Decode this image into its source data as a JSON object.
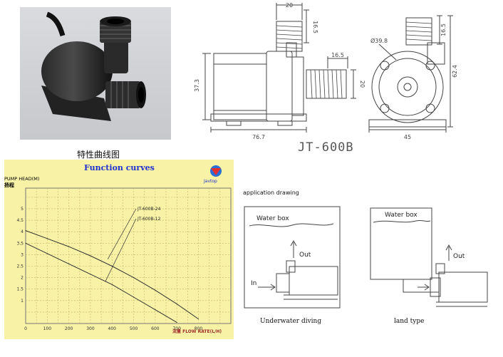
{
  "curves_title_cn": "特性曲线图",
  "model_label": "JT-600B",
  "dimensions": {
    "d20_top": "20",
    "d16_5_top": "16.5",
    "d37_3": "37.3",
    "d76_7": "76.7",
    "d16_5_side": "16.5",
    "d20_side": "20",
    "d39_8": "Ø39.8",
    "d62_4": "62.4",
    "d16_5_right": "16.5",
    "d45": "45"
  },
  "chart_panel": {
    "title": "Function curves",
    "y_title_en": "PUMP HEAD(M)",
    "y_title_cn": "扬程",
    "x_title": "流量 FLOW RATE(L/H)",
    "brand": "Javtop",
    "annotation_24": "JT-600B-24",
    "annotation_12": "JT-600B-12"
  },
  "chart_data": {
    "type": "line",
    "title": "Function curves",
    "xlabel": "流量 FLOW RATE(L/H)",
    "ylabel": "PUMP HEAD(M)",
    "xlim": [
      0,
      950
    ],
    "ylim": [
      0,
      5.9
    ],
    "x_ticks": [
      0,
      100,
      200,
      300,
      400,
      500,
      600,
      700,
      800
    ],
    "y_ticks": [
      1,
      1.5,
      2,
      2.5,
      3,
      3.5,
      4,
      4.5,
      5
    ],
    "series": [
      {
        "name": "JT-600B-24",
        "x": [
          0,
          100,
          200,
          300,
          400,
          500,
          600,
          700,
          800
        ],
        "y": [
          4.05,
          3.7,
          3.35,
          2.95,
          2.5,
          2.0,
          1.45,
          0.85,
          0.2
        ]
      },
      {
        "name": "JT-600B-12",
        "x": [
          0,
          100,
          200,
          300,
          400,
          500,
          600,
          700
        ],
        "y": [
          3.5,
          3.05,
          2.6,
          2.15,
          1.7,
          1.15,
          0.6,
          0.05
        ]
      }
    ]
  },
  "application": {
    "title": "application drawing",
    "water_box_label": "Water box",
    "out_label": "Out",
    "in_label": "In",
    "caption_underwater": "Underwater diving",
    "caption_land": "land type"
  }
}
